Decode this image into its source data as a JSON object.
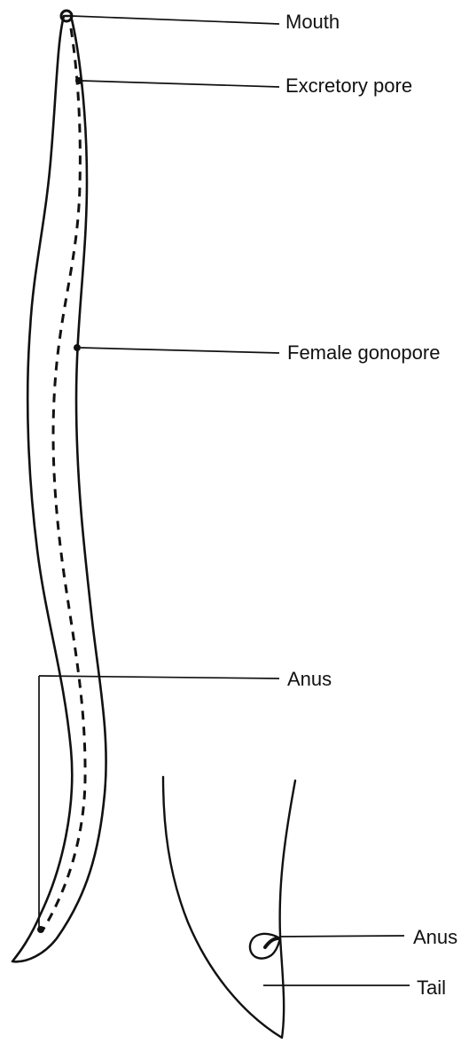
{
  "labels": {
    "mouth": "Mouth",
    "excretory_pore": "Excretory pore",
    "female_gonopore": "Female gonopore",
    "anus_main": "Anus",
    "anus_detail": "Anus",
    "tail": "Tail"
  }
}
